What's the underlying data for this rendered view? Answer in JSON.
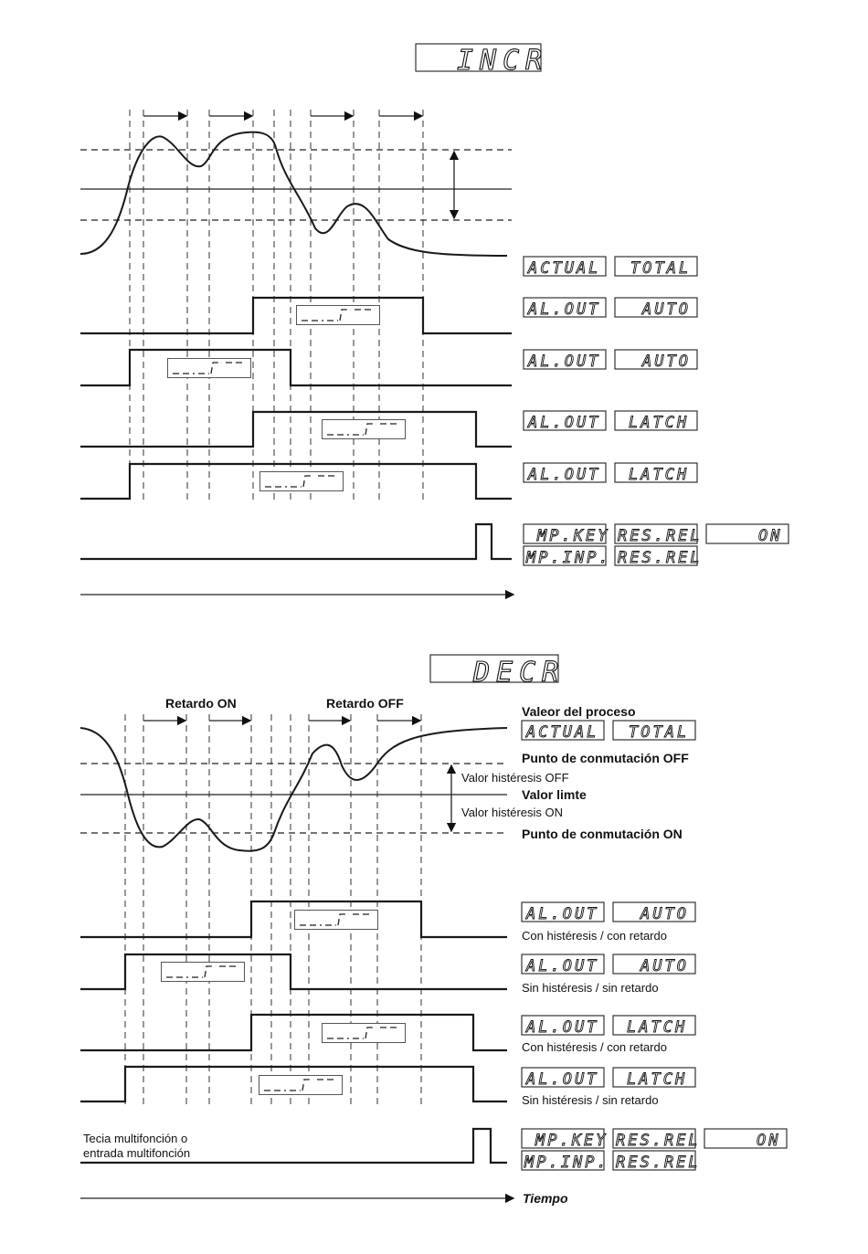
{
  "incr": {
    "title": "INCR",
    "lcd_rows": [
      [
        "ACTUAL",
        "TOTAL"
      ],
      [
        "AL.OUT",
        "AUTO"
      ],
      [
        "AL.OUT",
        "AUTO"
      ],
      [
        "AL.OUT",
        "LATCH"
      ],
      [
        "AL.OUT",
        "LATCH"
      ]
    ],
    "mp_key": [
      "MP.KEY",
      "RES.REL",
      "ON"
    ],
    "mp_inp": [
      "MP.INP.",
      "RES.REL"
    ]
  },
  "decr": {
    "title": "DECR",
    "delay_on": "Retardo ON",
    "delay_off": "Retardo OFF",
    "process_value": "Valeor del proceso",
    "switch_off": "Punto de conmutación OFF",
    "hyst_off": "Valor histéresis OFF",
    "limit": "Valor limte",
    "hyst_on": "Valor histéresis ON",
    "switch_on": "Punto de conmutación ON",
    "lcd_rows": [
      [
        "ACTUAL",
        "TOTAL"
      ],
      [
        "AL.OUT",
        "AUTO"
      ],
      [
        "AL.OUT",
        "AUTO"
      ],
      [
        "AL.OUT",
        "LATCH"
      ],
      [
        "AL.OUT",
        "LATCH"
      ]
    ],
    "row_captions": [
      "Con histéresis / con retardo",
      "Sin histéresis / sin retardo",
      "Con histéresis / con retardo",
      "Sin histéresis / sin retardo"
    ],
    "mp_caption_1": "Tecia multifonción o",
    "mp_caption_2": "entrada multifonción",
    "mp_key": [
      "MP.KEY",
      "RES.REL",
      "ON"
    ],
    "mp_inp": [
      "MP.INP.",
      "RES.REL"
    ],
    "time_label": "Tiempo"
  },
  "icons": [
    "timer-symbol",
    "arrow-right",
    "double-arrow-vertical"
  ]
}
